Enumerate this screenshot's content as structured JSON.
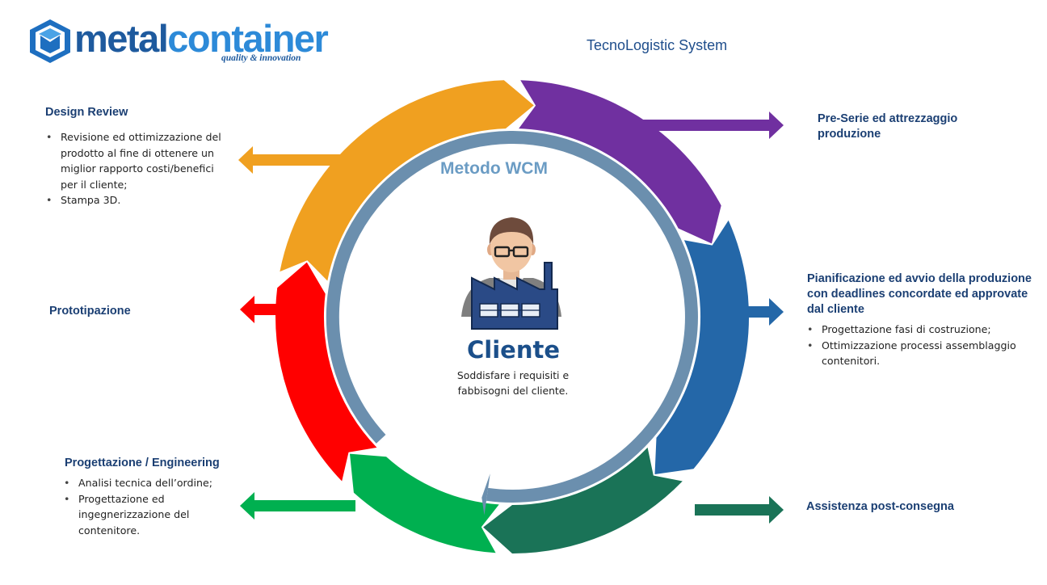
{
  "logo": {
    "word_part1": "metal",
    "word_part2": "container",
    "tagline": "quality & innovation"
  },
  "system_title": "TecnoLogistic System",
  "center": {
    "method_label": "Metodo WCM",
    "client_label": "Cliente",
    "client_description": "Soddisfare i requisiti e fabbisogni del cliente."
  },
  "steps": {
    "design_review": {
      "title": "Design Review",
      "bullets": [
        "Revisione ed ottimizzazione del prodotto al fine di ottenere un miglior rapporto costi/benefici per il cliente;",
        "Stampa 3D."
      ]
    },
    "prototipazione": {
      "title": "Prototipazione"
    },
    "progettazione": {
      "title": "Progettazione / Engineering",
      "bullets": [
        "Analisi tecnica dell’ordine;",
        "Progettazione ed ingegnerizzazione del contenitore."
      ]
    },
    "pre_serie": {
      "title": "Pre-Serie ed attrezzaggio produzione"
    },
    "pianificazione": {
      "title": "Pianificazione ed avvio della produzione con deadlines concordate ed approvate dal cliente",
      "bullets": [
        "Progettazione fasi di costruzione;",
        "Ottimizzazione processi assemblaggio contenitori."
      ]
    },
    "assistenza": {
      "title": "Assistenza post-consegna"
    }
  },
  "colors": {
    "orange": "#f0a020",
    "purple": "#7030a0",
    "blue": "#2467a8",
    "dark_green": "#1a7357",
    "green": "#00b050",
    "red": "#ff0000",
    "inner_ring": "#6b8fae",
    "title_text": "#1b3f73"
  }
}
